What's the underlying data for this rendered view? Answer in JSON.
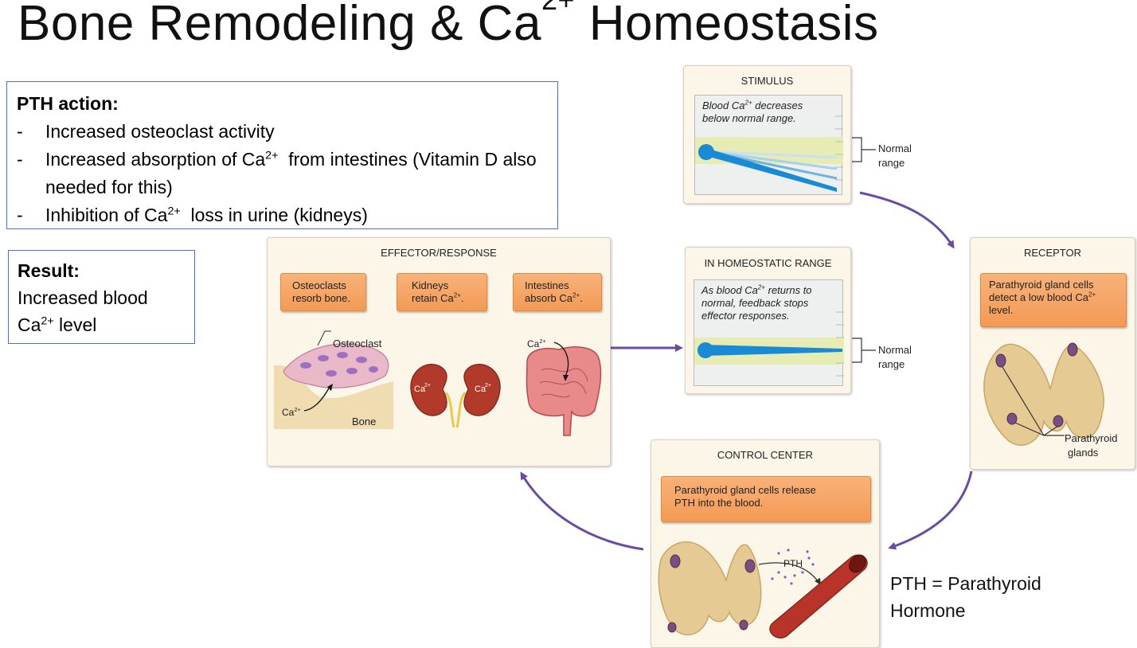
{
  "title": {
    "main": "Bone Remodeling & Ca",
    "sup": "2+",
    "tail": " Homeostasis"
  },
  "pth_action": {
    "heading": "PTH action:",
    "items": [
      {
        "dash": "-",
        "text": "Increased osteoclast activity"
      },
      {
        "dash": "-",
        "pre": "Increased absorption of Ca",
        "sup": "2+",
        "post": "  from intestines (Vitamin D also needed for this)"
      },
      {
        "dash": "-",
        "pre": "Inhibition of Ca",
        "sup": "2+",
        "post": "  loss in urine (kidneys)"
      }
    ]
  },
  "result": {
    "heading": "Result:",
    "line1": "Increased blood",
    "line2_pre": "Ca",
    "line2_sup": "2+",
    "line2_post": " level"
  },
  "stimulus": {
    "title": "STIMULUS",
    "caption_pre": "Blood Ca",
    "caption_sup": "2+",
    "caption_post": " decreases",
    "caption_line2": "below normal range.",
    "range_label_1": "Normal",
    "range_label_2": "range"
  },
  "receptor": {
    "title": "RECEPTOR",
    "box_line1": "Parathyroid gland cells",
    "box_line2_pre": "detect a low blood Ca",
    "box_line2_sup": "2+",
    "box_line3": "level.",
    "gland_label_1": "Parathyroid",
    "gland_label_2": "glands"
  },
  "control": {
    "title": "CONTROL CENTER",
    "box_line1": "Parathyroid gland cells release",
    "box_line2": "PTH into the blood.",
    "pth_label": "PTH"
  },
  "effector": {
    "title": "EFFECTOR/RESPONSE",
    "boxes": [
      {
        "line1": "Osteoclasts",
        "line2_pre": "resorb bone.",
        "line2_sup": "",
        "line2_post": ""
      },
      {
        "line1": "Kidneys",
        "line2_pre": "retain Ca",
        "line2_sup": "2+",
        "line2_post": "."
      },
      {
        "line1": "Intestines",
        "line2_pre": "absorb Ca",
        "line2_sup": "2+",
        "line2_post": "."
      }
    ],
    "osteoclast_label": "Osteoclast",
    "bone_label": "Bone",
    "ca_label": "Ca",
    "ca_sup": "2+"
  },
  "homeostatic": {
    "title": "IN HOMEOSTATIC RANGE",
    "caption_l1_pre": "As blood Ca",
    "caption_l1_sup": "2+",
    "caption_l1_post": " returns to",
    "caption_l2": "normal, feedback stops",
    "caption_l3": "effector responses.",
    "range_label_1": "Normal",
    "range_label_2": "range"
  },
  "pth_note": {
    "line1": "PTH = Parathyroid",
    "line2": "Hormone"
  },
  "colors": {
    "arrow": "#6a4ba3",
    "box_border": "#4a72c4",
    "orange": "#f39a55",
    "blue_line": "#1a8ad4",
    "band": "#e7ecb4"
  }
}
